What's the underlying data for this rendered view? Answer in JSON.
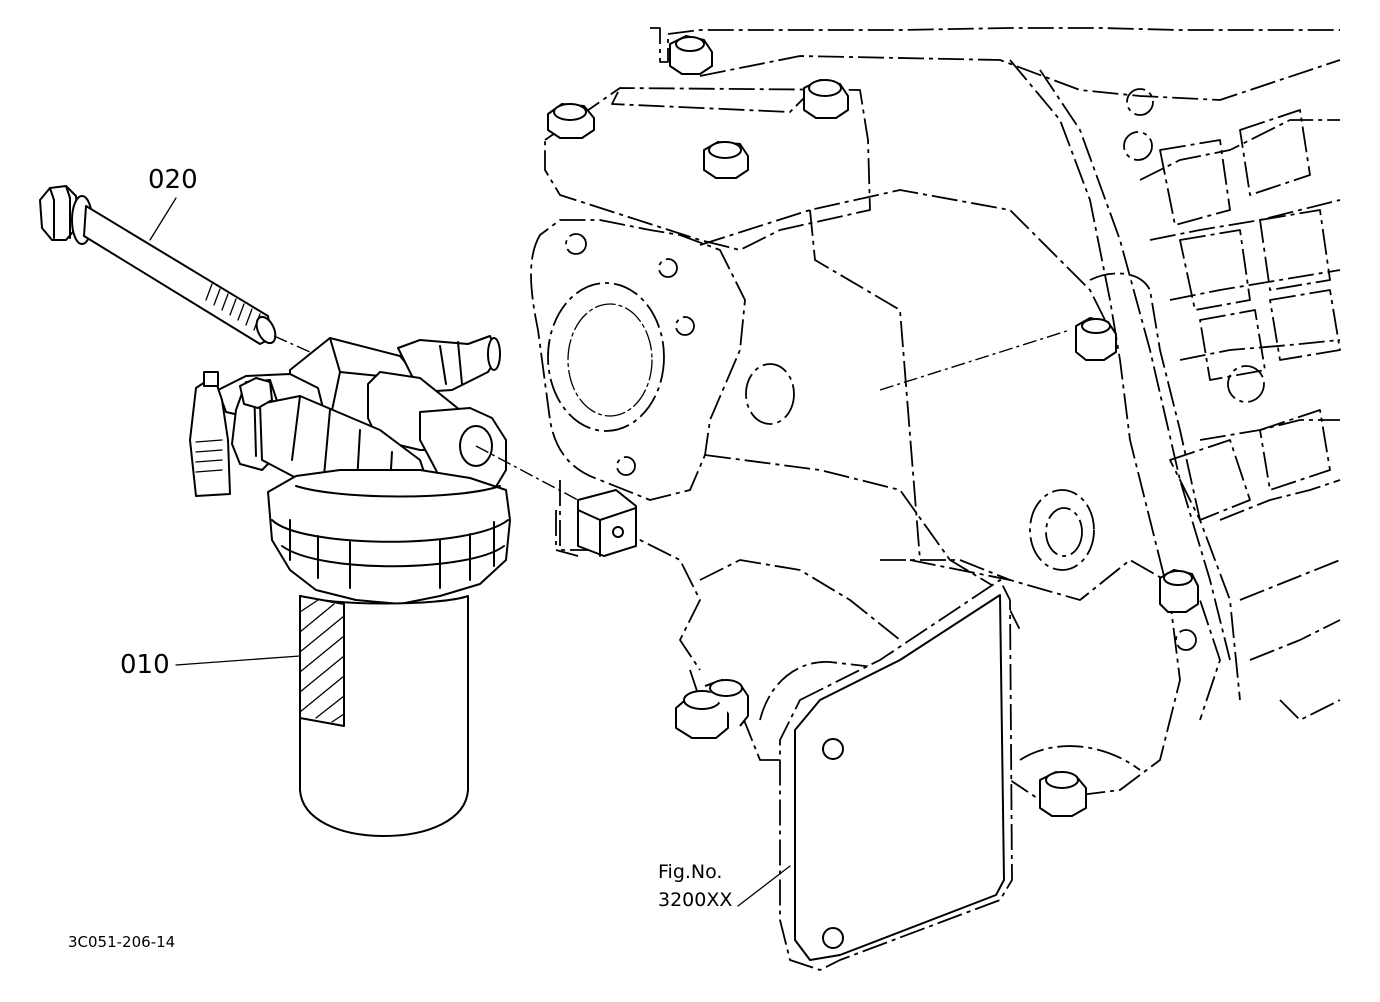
{
  "callouts": [
    {
      "id": "filter",
      "label": "010"
    },
    {
      "id": "bolt",
      "label": "020"
    }
  ],
  "figure_reference": {
    "line1": "Fig.No.",
    "line2": "3200XX"
  },
  "drawing_code": "3C051-206-14"
}
